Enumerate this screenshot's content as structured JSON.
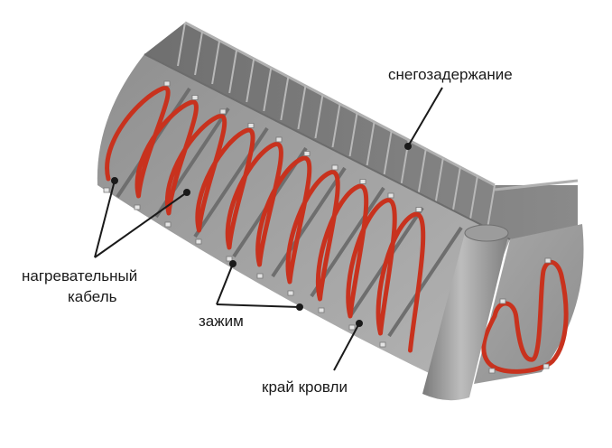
{
  "labels": {
    "snow_guard": "снегозадержание",
    "heating_cable_line1": "нагревательный",
    "heating_cable_line2": "кабель",
    "clamp": "зажим",
    "roof_edge": "край кровли"
  },
  "colors": {
    "cable": "#c8321e",
    "roof_surface": "#9a9a9a",
    "roof_back": "#7d7d7d",
    "label_text": "#1a1a1a"
  }
}
